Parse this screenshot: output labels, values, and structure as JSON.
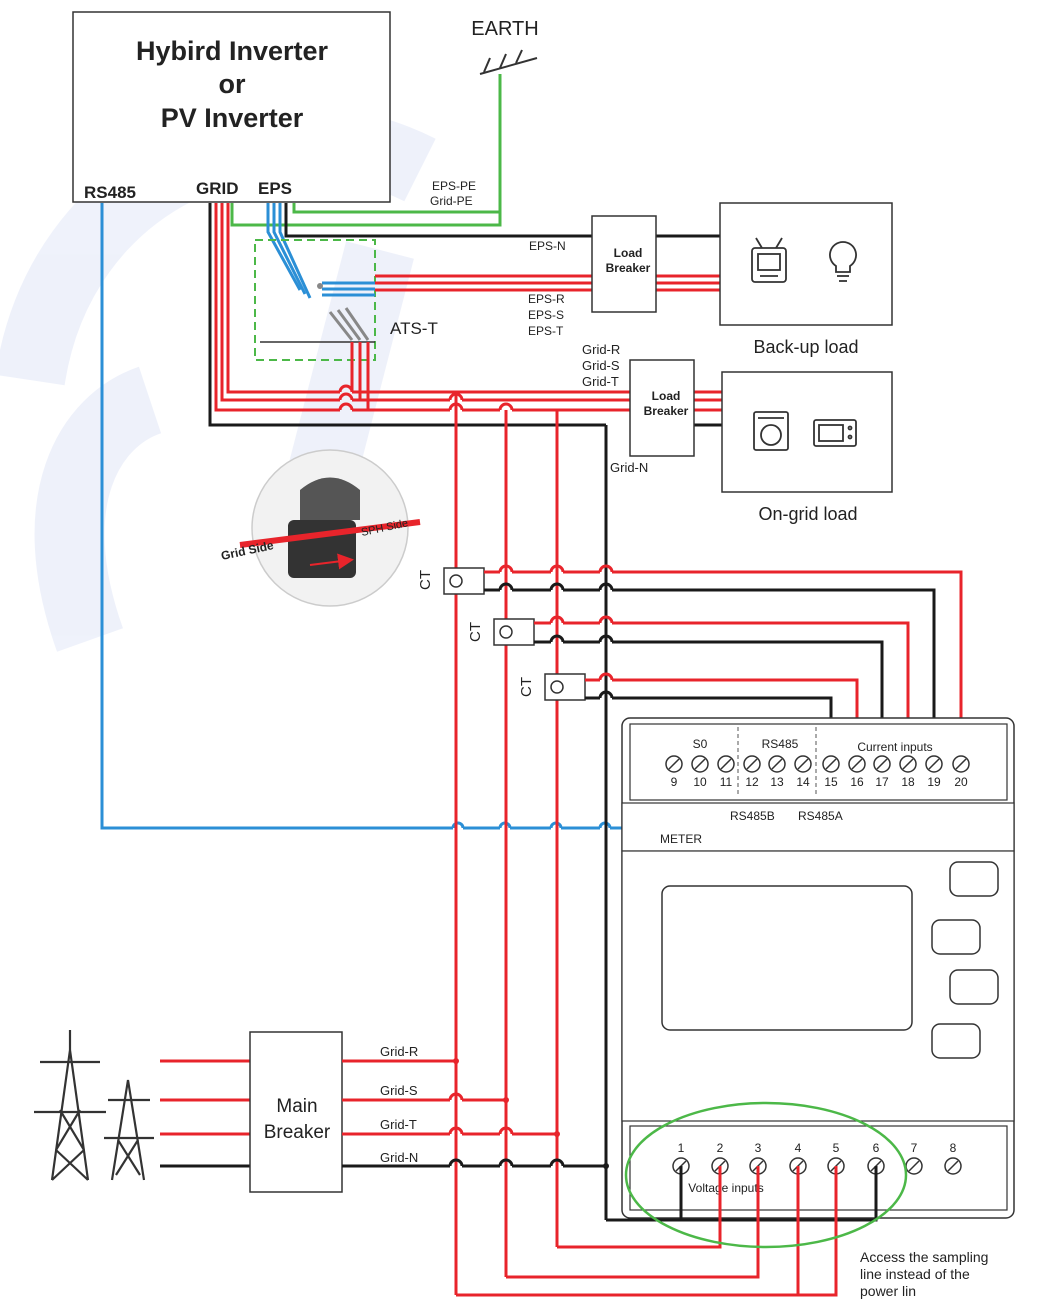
{
  "inverter": {
    "line1": "Hybird  Inverter",
    "line2": "or",
    "line3": "PV Inverter",
    "port_rs485": "RS485",
    "port_grid": "GRID",
    "port_eps": "EPS"
  },
  "earth": {
    "label": "EARTH",
    "pe1": "EPS-PE",
    "pe2": "Grid-PE"
  },
  "ats": {
    "label": "ATS-T"
  },
  "eps_lines": {
    "n": "EPS-N",
    "r": "EPS-R",
    "s": "EPS-S",
    "t": "EPS-T"
  },
  "load_breaker_1": {
    "line1": "Load",
    "line2": "Breaker"
  },
  "load_breaker_2": {
    "line1": "Load",
    "line2": "Breaker"
  },
  "backup_load": {
    "label": "Back-up load"
  },
  "ongrid_load": {
    "label": "On-grid load"
  },
  "grid_upper": {
    "r": "Grid-R",
    "s": "Grid-S",
    "t": "Grid-T",
    "n": "Grid-N"
  },
  "ct_clamp": {
    "grid_side": "Grid Side",
    "sph_side": "SPH Side"
  },
  "ct_labels": [
    "CT",
    "CT",
    "CT"
  ],
  "meter": {
    "label": "METER",
    "s0": "S0",
    "rs485": "RS485",
    "current_inputs": "Current  inputs",
    "voltage_inputs": "Voltage  inputs",
    "rs485b": "RS485B",
    "rs485a": "RS485A",
    "top_terminals": [
      "9",
      "10",
      "11",
      "12",
      "13",
      "14",
      "15",
      "16",
      "17",
      "18",
      "19",
      "20"
    ],
    "bottom_terminals": [
      "1",
      "2",
      "3",
      "4",
      "5",
      "6",
      "7",
      "8"
    ]
  },
  "main_breaker": {
    "line1": "Main",
    "line2": "Breaker"
  },
  "grid_lower": {
    "r": "Grid-R",
    "s": "Grid-S",
    "t": "Grid-T",
    "n": "Grid-N"
  },
  "note": {
    "line1": "Access the sampling",
    "line2": "line instead of the",
    "line3": "power lin"
  },
  "colors": {
    "red": "#e8242b",
    "black": "#1a1a1a",
    "blue": "#2b8fd6",
    "green": "#4cb848",
    "gray": "#6f6f6f"
  }
}
